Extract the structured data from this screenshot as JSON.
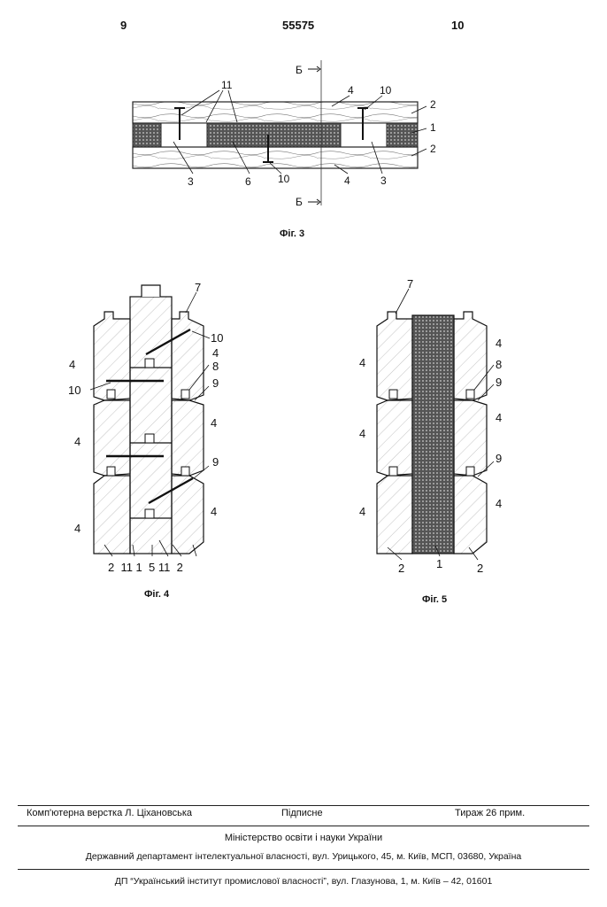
{
  "header": {
    "page_left": "9",
    "patent_number": "55575",
    "page_right": "10"
  },
  "fig3": {
    "caption": "Фіг. 3",
    "section_mark_top": "Б",
    "section_mark_bottom": "Б",
    "labels": {
      "l11": "11",
      "l4_top": "4",
      "l10_top": "10",
      "l2_top": "2",
      "l1": "1",
      "l2_bot": "2",
      "l3_left": "3",
      "l6": "6",
      "l10_bot": "10",
      "l4_bot": "4",
      "l3_right": "3"
    }
  },
  "fig4": {
    "caption": "Фіг. 4",
    "labels": {
      "l7": "7",
      "l10a": "10",
      "l4a": "4",
      "l4b": "4",
      "l8": "8",
      "l10b": "10",
      "l9a": "9",
      "l4c": "4",
      "l4d": "4",
      "l9b": "9",
      "l4e": "4",
      "l4f": "4",
      "bottom": "2  11 1  5 11  2"
    }
  },
  "fig5": {
    "caption": "Фіг. 5",
    "labels": {
      "l7": "7",
      "l4a": "4",
      "l4b": "4",
      "l8": "8",
      "l9a": "9",
      "l4c": "4",
      "l4d": "4",
      "l9b": "9",
      "l4e": "4",
      "l4f": "4",
      "l2a": "2",
      "l1": "1",
      "l2b": "2"
    }
  },
  "footer": {
    "layout": "Комп'ютерна верстка Л. Ціхановська",
    "signed": "Підписне",
    "print_run": "Тираж 26 прим.",
    "ministry": "Міністерство освіти і науки України",
    "department": "Державний департамент інтелектуальної власності, вул. Урицького, 45, м. Київ, МСП, 03680, Україна",
    "institute": "ДП “Український інститут промислової власності”, вул. Глазунова, 1, м. Київ – 42, 01601"
  }
}
